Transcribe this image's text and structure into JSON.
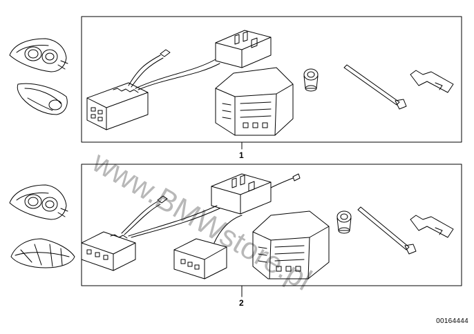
{
  "diagram": {
    "callouts": [
      {
        "label": "1"
      },
      {
        "label": "2"
      }
    ],
    "reference_code": "00164444",
    "watermark": "www.BMWstore.pl",
    "line_color": "#000000",
    "background": "#ffffff"
  }
}
